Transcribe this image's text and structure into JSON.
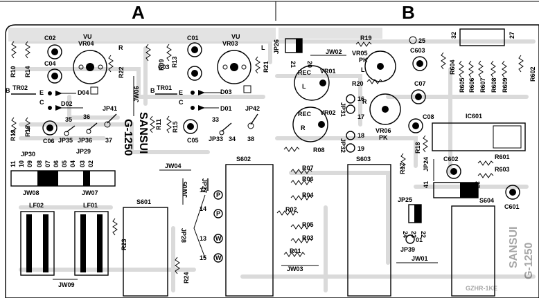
{
  "sections": {
    "a": "A",
    "b": "B"
  },
  "brand": {
    "name": "SANSUI",
    "model": "G-1250",
    "watermark_name": "SANSUI",
    "watermark_model": "G-1250",
    "stamp": "GZHR-1KE"
  },
  "gain_marks": {
    "r_a": "R",
    "l_a": "L",
    "l_rec": "L",
    "r_rec": "R",
    "r_b": "R",
    "l_b": "L",
    "pk_top": "PK",
    "pk_bottom": "PK"
  },
  "rec_labels": {
    "top": "REC",
    "bottom": "REC"
  },
  "vu": {
    "left": "VU",
    "right": "VU"
  },
  "capacitors": {
    "c02": "C02",
    "c04": "C04",
    "c06": "C06",
    "c01": "C01",
    "c03": "C03",
    "c05": "C05",
    "c603": "C603",
    "c07": "C07",
    "c08": "C08",
    "c602": "C602",
    "c601": "C601"
  },
  "resistors": {
    "r10": "R10",
    "r14": "R14",
    "r22": "R22",
    "r12": "R12",
    "r16": "R16",
    "r09": "R09",
    "r13": "R13",
    "r21": "R21",
    "r11": "R11",
    "r15": "R15",
    "r19": "R19",
    "r20": "R20",
    "r08": "R08",
    "r07": "R07",
    "r06": "R06",
    "r04": "R04",
    "r02": "R02",
    "r05": "R05",
    "r03": "R03",
    "r01": "R01",
    "r23": "R23",
    "r24": "R24",
    "r17": "R17",
    "r18": "R18",
    "r601": "R601",
    "r603": "R603",
    "r604": "R604",
    "r605": "R605",
    "r606": "R606",
    "r607": "R607",
    "r608": "R608",
    "r609": "R609",
    "r602": "R602"
  },
  "pots": {
    "vr04": "VR04",
    "vr03": "VR03",
    "vr05": "VR05",
    "vr01": "VR01",
    "vr02": "VR02",
    "vr06": "VR06"
  },
  "transistors": {
    "tr02": "TR02",
    "tr01": "TR01"
  },
  "diodes": {
    "d04": "D04",
    "d02": "D02",
    "d03": "D03",
    "d01": "D01"
  },
  "jumper_wires": {
    "jw06": "JW06",
    "jw02": "JW02",
    "jw04": "JW04",
    "jw05": "JW05",
    "jw08": "JW08",
    "jw07": "JW07",
    "jw09": "JW09",
    "jw03": "JW03",
    "jw01": "JW01"
  },
  "jumpers": {
    "jp26": "JP26",
    "jp41": "JP41",
    "jp35": "JP35",
    "jp36": "JP36",
    "jp42": "JP42",
    "jp33": "JP33",
    "jp30": "JP30",
    "jp29": "JP29",
    "jp31": "JP31",
    "jp32": "JP32",
    "jp27": "JP27",
    "jp28": "JP28",
    "jp24": "JP24",
    "jp25": "JP25",
    "jp39": "JP39"
  },
  "switches": {
    "s602": "S602",
    "s603": "S603",
    "s601": "S601",
    "s604": "S604"
  },
  "ic": {
    "ic601": "IC601"
  },
  "filters": {
    "lf02": "LF02",
    "lf01": "LF01"
  },
  "terminals": {
    "t21": "21",
    "t20": "20",
    "t25": "25",
    "t32": "32",
    "t27": "27",
    "t16": "16",
    "t17": "17",
    "t18": "18",
    "t19": "19",
    "t35": "35",
    "t36": "36",
    "t37": "37",
    "t33": "33",
    "t34": "34",
    "t38": "38",
    "t12": "12",
    "t14": "14",
    "t13": "13",
    "t15": "15",
    "t11": "11",
    "t10": "10",
    "t09": "09",
    "t08": "08",
    "t07": "07",
    "t06": "06",
    "t05": "05",
    "t04": "04",
    "t03": "03",
    "t02": "02",
    "t41": "41",
    "t24": "24",
    "t23": "23",
    "t22": "22",
    "t01": "01"
  },
  "pins": {
    "b1": "B",
    "e1": "E",
    "c1": "C",
    "b2": "B",
    "e2": "E",
    "c2": "C",
    "p1": "P",
    "p2": "P",
    "w1": "W",
    "w2": "W"
  }
}
